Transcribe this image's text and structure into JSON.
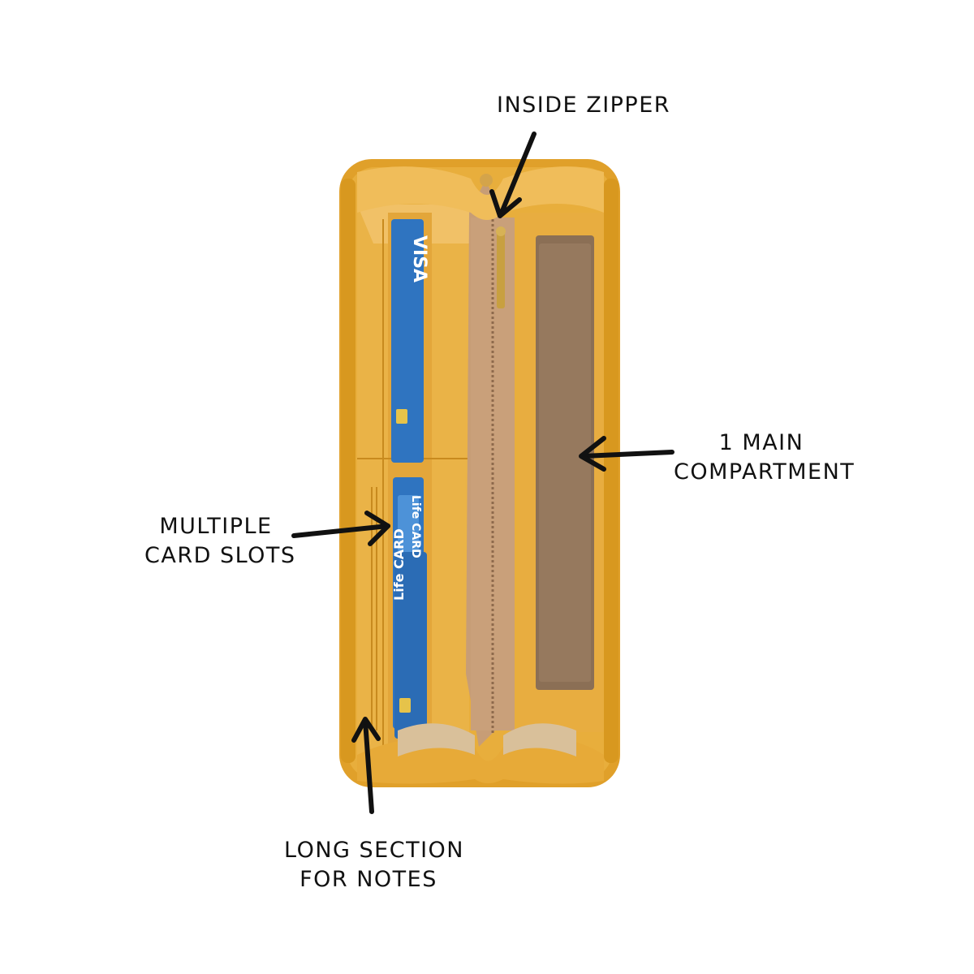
{
  "labels": {
    "inside_zipper": "INSIDE ZIPPER",
    "main_compartment": [
      "1 MAIN",
      "COMPARTMENT"
    ],
    "card_slots": [
      "MULTIPLE",
      "CARD SLOTS"
    ],
    "long_section": [
      "LONG SECTION",
      "FOR NOTES"
    ]
  },
  "cards": {
    "visa": "VISA",
    "life_card_small": "Life CARD",
    "life_card_large": "Life CARD"
  },
  "colors": {
    "wallet_outer": "#E3A62E",
    "wallet_inner": "#E9B24A",
    "lining": "#8B6F55",
    "zip_pocket": "#C9A07A",
    "card_blue": "#2F74C0",
    "arrow": "#111111"
  }
}
